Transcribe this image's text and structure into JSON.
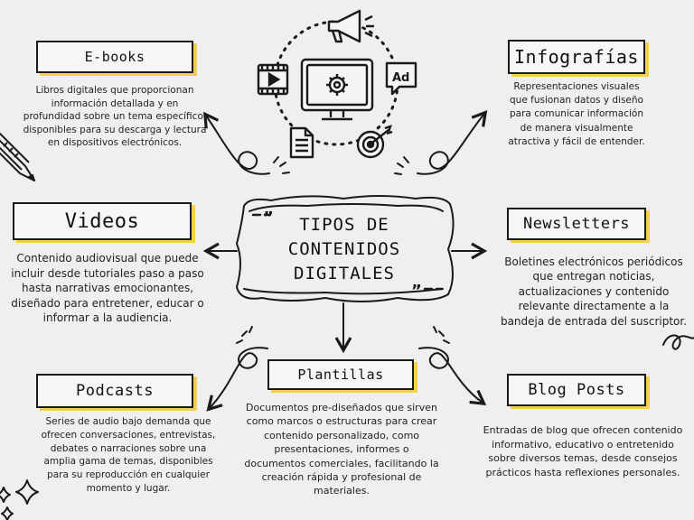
{
  "center_title": "TIPOS DE CONTENIDOS DIGITALES",
  "icons": [
    "megaphone-icon",
    "monitor-gear-icon",
    "video-player-icon",
    "ad-badge-icon",
    "document-icon",
    "target-icon",
    "pencil-icon",
    "sparkle-icon"
  ],
  "accent_color": "#f2d04b",
  "nodes": {
    "ebooks": {
      "title": "E-books",
      "description": "Libros digitales que proporcionan información detallada y en profundidad sobre un tema específico, disponibles para su descarga y lectura en dispositivos electrónicos."
    },
    "infografias": {
      "title": "Infografías",
      "description": "Representaciones visuales que fusionan datos y diseño para comunicar información de manera visualmente atractiva y fácil de entender."
    },
    "videos": {
      "title": "Videos",
      "description": "Contenido audiovisual que puede incluir desde tutoriales paso a paso hasta narrativas emocionantes, diseñado para entretener, educar o informar a la audiencia."
    },
    "newsletters": {
      "title": "Newsletters",
      "description": "Boletines electrónicos periódicos que entregan noticias, actualizaciones y contenido relevante directamente a la bandeja de entrada del suscriptor."
    },
    "podcasts": {
      "title": "Podcasts",
      "description": "Series de audio bajo demanda que ofrecen conversaciones, entrevistas, debates o narraciones sobre una amplia gama de temas, disponibles para su reproducción en cualquier momento y lugar."
    },
    "plantillas": {
      "title": "Plantillas",
      "description": "Documentos pre-diseñados que sirven como marcos o estructuras para crear contenido personalizado, como presentaciones, informes o documentos comerciales, facilitando la creación rápida y profesional de materiales."
    },
    "blog_posts": {
      "title": "Blog Posts",
      "description": "Entradas de blog que ofrecen contenido informativo, educativo o entretenido sobre diversos temas, desde consejos prácticos hasta reflexiones personales."
    }
  }
}
